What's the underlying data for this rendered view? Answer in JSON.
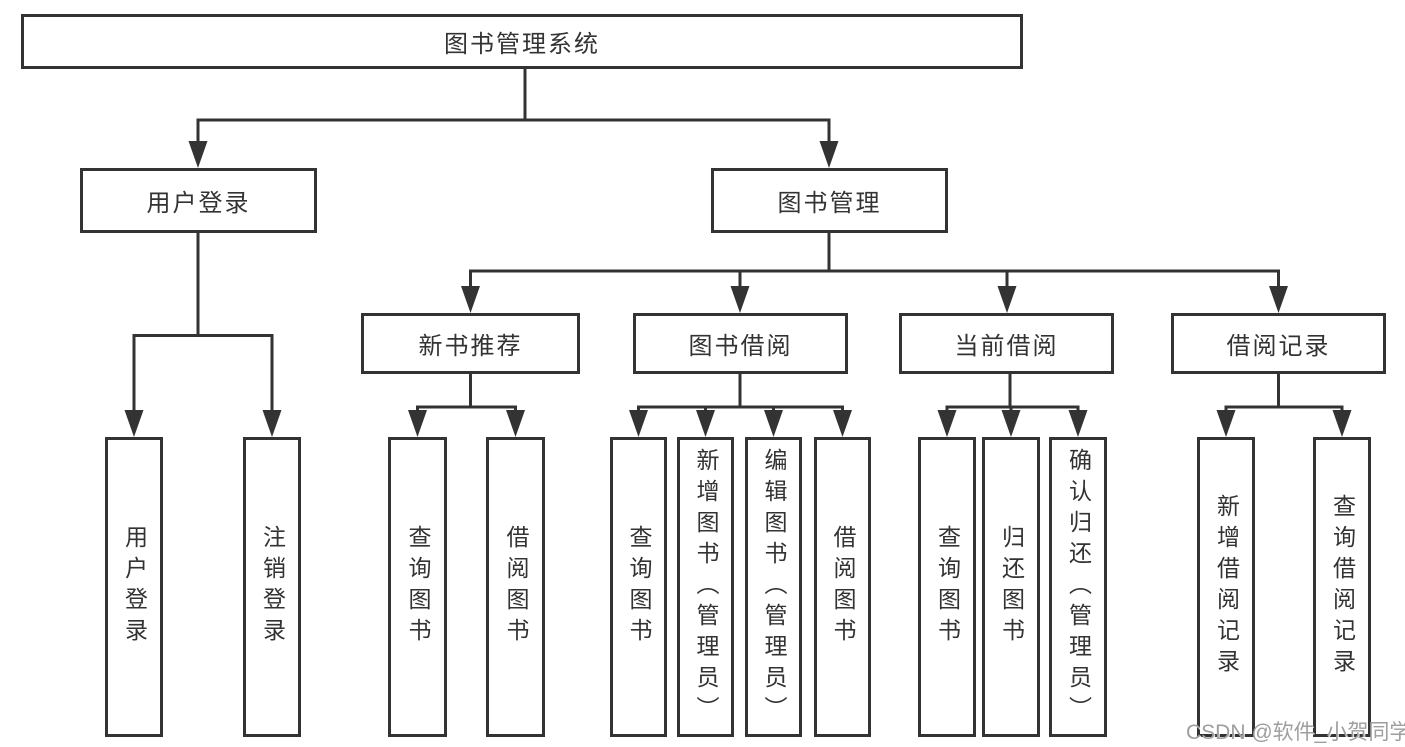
{
  "tree": {
    "label": "图书管理系统",
    "children": [
      {
        "label": "用户登录",
        "children": [
          {
            "label": "用户登录"
          },
          {
            "label": "注销登录"
          }
        ]
      },
      {
        "label": "图书管理",
        "children": [
          {
            "label": "新书推荐",
            "children": [
              {
                "label": "查询图书"
              },
              {
                "label": "借阅图书"
              }
            ]
          },
          {
            "label": "图书借阅",
            "children": [
              {
                "label": "查询图书"
              },
              {
                "label": "新增图书（管理员）"
              },
              {
                "label": "编辑图书（管理员）"
              },
              {
                "label": "借阅图书"
              }
            ]
          },
          {
            "label": "当前借阅",
            "children": [
              {
                "label": "查询图书"
              },
              {
                "label": "归还图书"
              },
              {
                "label": "确认归还（管理员）"
              }
            ]
          },
          {
            "label": "借阅记录",
            "children": [
              {
                "label": "新增借阅记录"
              },
              {
                "label": "查询借阅记录"
              }
            ]
          }
        ]
      }
    ]
  },
  "watermark": {
    "text": "CSDN @软件_小贺同学"
  },
  "colors": {
    "line": "#333333",
    "text": "#333333",
    "background": "#ffffff",
    "watermark": "#9e9e9e"
  }
}
